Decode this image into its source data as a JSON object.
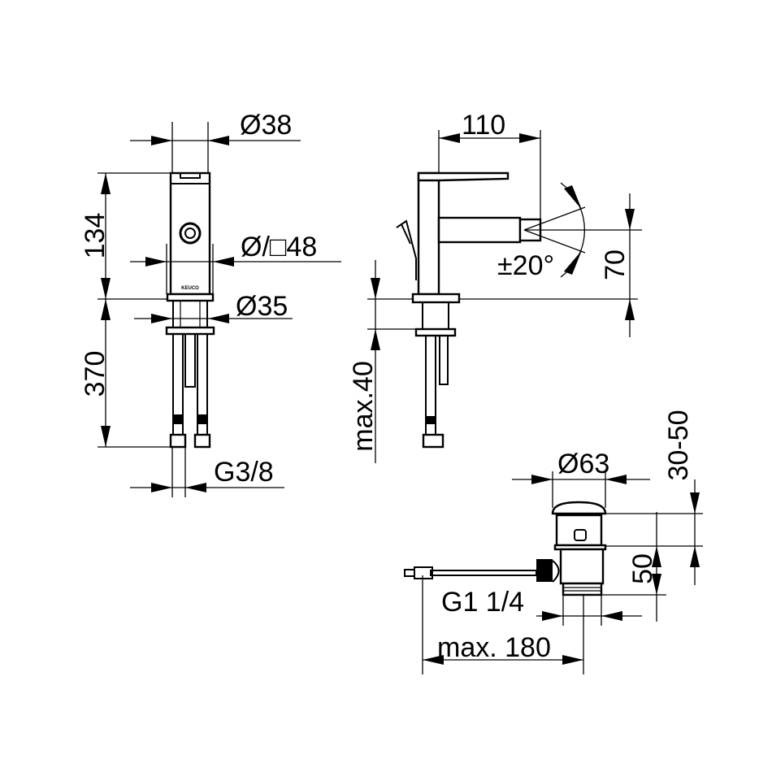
{
  "drawing": {
    "front_view": {
      "diameter_top": "Ø38",
      "height_body": "134",
      "diameter_body": "Ø/□48",
      "diameter_stem": "Ø35",
      "hose_length": "370",
      "connection": "G3/8",
      "logo": "KEUCO"
    },
    "side_view": {
      "projection": "110",
      "swivel_angle": "±20°",
      "spout_height": "70",
      "max_thickness": "max.40"
    },
    "waste_set": {
      "diameter_plug": "Ø63",
      "stroke": "30-50",
      "body_height": "50",
      "thread": "G1 1/4",
      "max_length": "max. 180"
    },
    "colors": {
      "line": "#000000",
      "background": "#ffffff"
    }
  }
}
